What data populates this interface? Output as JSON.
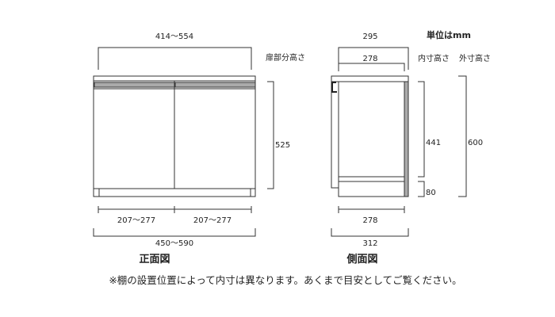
{
  "front": {
    "title": "正面図",
    "width_top": "414～554",
    "door_height_label": "扉部分高さ",
    "door_height": "525",
    "door_width_left": "207～277",
    "door_width_right": "207～277",
    "overall_width": "450～590"
  },
  "side": {
    "title": "側面図",
    "depth_outer_top": "295",
    "depth_inner_top": "278",
    "inner_height_label": "内寸高さ",
    "outer_height_label": "外寸高さ",
    "inner_height": "441",
    "base_height": "80",
    "outer_height": "600",
    "depth_inner_bottom": "278",
    "depth_overall": "312"
  },
  "unit_label": "単位はmm",
  "note": "※棚の設置位置によって内寸は異なります。あくまで目安としてご覧ください。"
}
